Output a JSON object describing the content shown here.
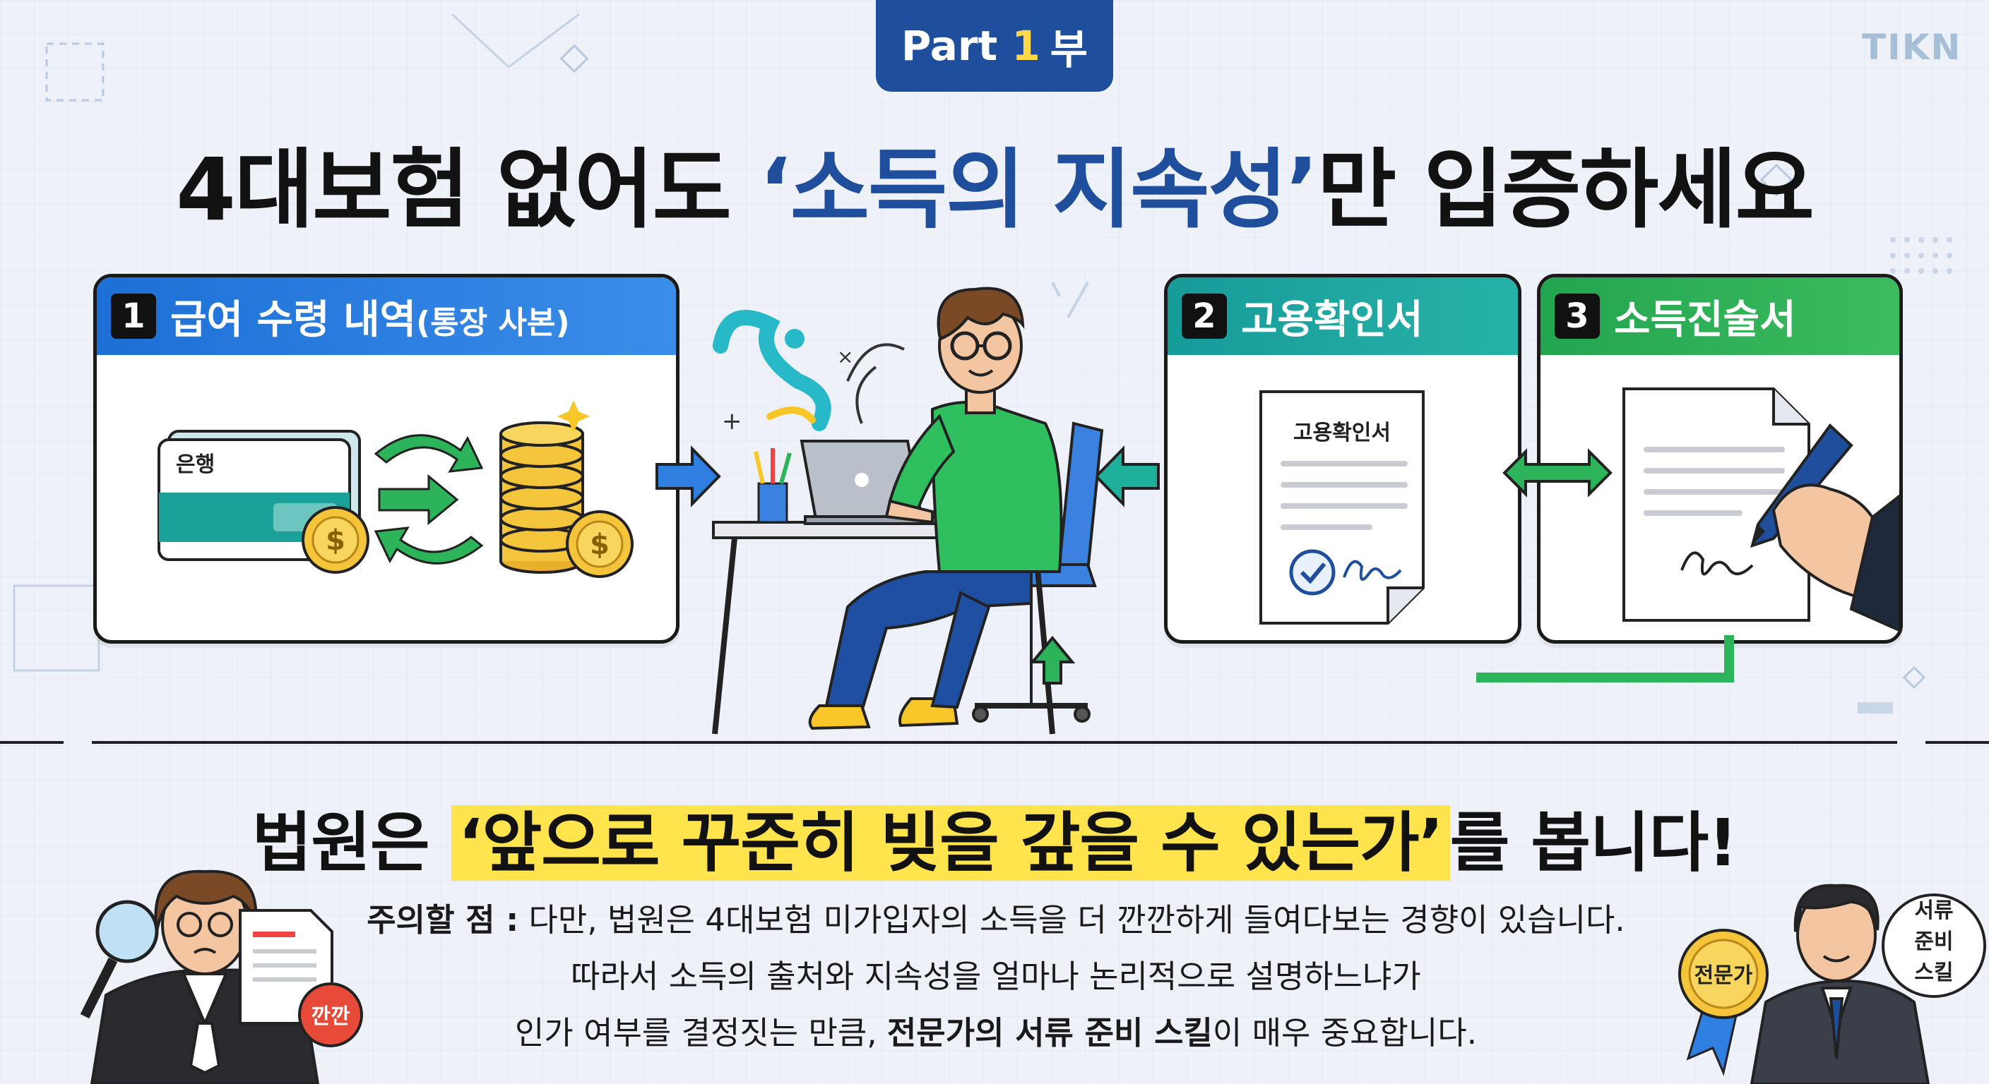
{
  "badge": {
    "prefix": "Part ",
    "number": "1",
    "suffix": "부"
  },
  "logo": "TIKN",
  "headline": {
    "before": "4대보험 없어도 ",
    "highlight": "‘소득의 지속성’",
    "after": "만 입증하세요"
  },
  "cards": [
    {
      "number": "1",
      "title": "급여 수령 내역",
      "title_small": "(통장 사본)",
      "bank_label": "은행"
    },
    {
      "number": "2",
      "title": "고용확인서",
      "doc_title": "고용확인서"
    },
    {
      "number": "3",
      "title": "소득진술서"
    }
  ],
  "subheadline": {
    "before": "법원은 ",
    "highlight": "‘앞으로 꾸준히 빚을 갚을 수 있는가’",
    "after": "를 봅니다!"
  },
  "note": {
    "label": "주의할 점 :",
    "line1": " 다만, 법원은 4대보험 미가입자의 소득을 더 깐깐하게 들여다보는 경향이 있습니다.",
    "line2": "따라서 소득의 출처와 지속성을 얼마나 논리적으로 설명하느냐가",
    "line3_before": "인가 여부를 결정짓는 만큼, ",
    "line3_bold": "전문가의 서류 준비 스킬",
    "line3_after": "이 매우 중요합니다."
  },
  "judge_stamp": "깐깐",
  "expert_medal": "전문가",
  "expert_bubble": [
    "서류",
    "준비",
    "스킬"
  ],
  "colors": {
    "blue": "#1f4e9c",
    "card1": "#1d6fd6",
    "card2": "#169b9a",
    "card3": "#22a54f",
    "highlight": "#ffe44d"
  }
}
